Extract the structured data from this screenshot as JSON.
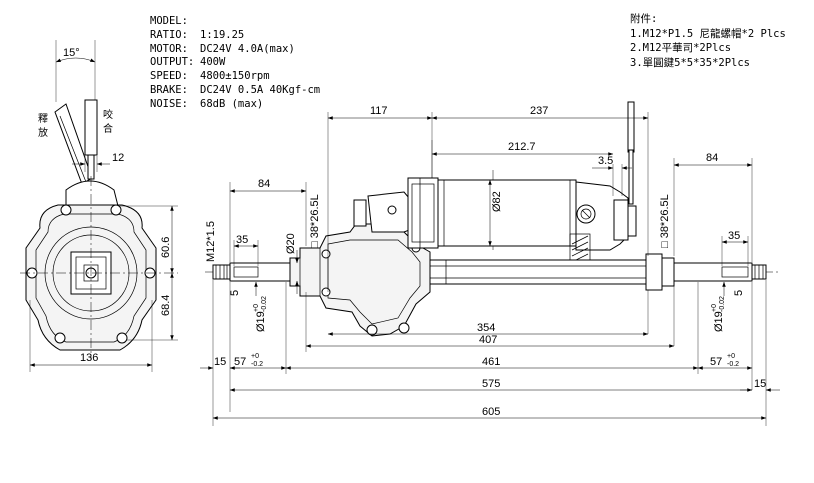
{
  "specs": [
    {
      "label": "MODEL:",
      "value": ""
    },
    {
      "label": "RATIO:",
      "value": "1:19.25"
    },
    {
      "label": "MOTOR:",
      "value": "DC24V  4.0A(max)"
    },
    {
      "label": "OUTPUT:",
      "value": "400W"
    },
    {
      "label": "SPEED:",
      "value": "4800±150rpm"
    },
    {
      "label": "BRAKE:",
      "value": "DC24V 0.5A 40Kgf-cm"
    },
    {
      "label": "NOISE:",
      "value": "68dB (max)"
    }
  ],
  "notes": {
    "heading": "附件:",
    "items": [
      "1.M12*P1.5 尼龍螺帽*2 Plcs",
      "2.M12平華司*2Plcs",
      "3.單圓鍵5*5*35*2Plcs"
    ]
  },
  "lever": {
    "angle": "15°",
    "release": [
      "釋",
      "放"
    ],
    "engage": [
      "咬",
      "合"
    ],
    "width": "12"
  },
  "side_dims": {
    "width": "136",
    "upper_height": "60.6",
    "lower_height": "68.4"
  },
  "front_dims": {
    "d117": "117",
    "d237": "237",
    "d212_7": "212.7",
    "d3_5": "3.5",
    "dia82": "Ø82",
    "d84_left": "84",
    "d84_right": "84",
    "key_left": "□ 38*26.5L",
    "key_right": "□ 38*26.5L",
    "thread": "M12*1.5",
    "d35_left": "35",
    "d35_right": "35",
    "dia20": "Ø20",
    "d5_left": "5",
    "d5_right": "5",
    "shaft_dia": "Ø19",
    "shaft_tol_plus": "+0",
    "shaft_tol_minus": "-0.02",
    "d354": "354",
    "d407": "407",
    "d461": "461",
    "d575": "575",
    "d605": "605",
    "d15_left": "15",
    "d15_right": "15",
    "d57": "57",
    "d57_tol_plus": "+0",
    "d57_tol_minus": "-0.2"
  }
}
